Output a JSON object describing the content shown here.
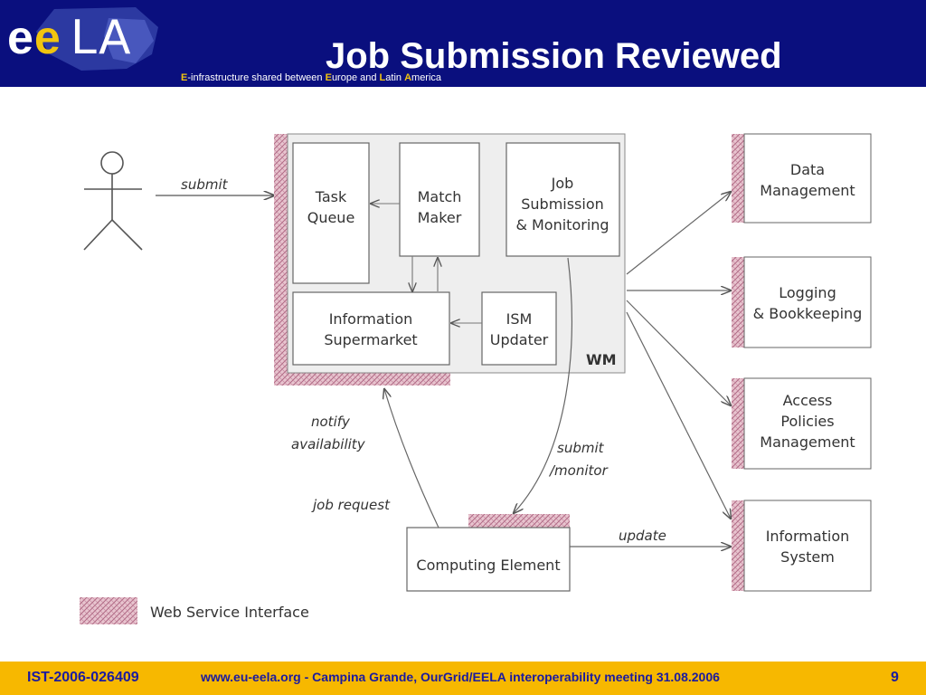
{
  "header": {
    "logo": "ee LA",
    "title": "Job Submission Reviewed",
    "subtitle_parts": [
      "E",
      "-infrastructure shared between ",
      "E",
      "urope and ",
      "L",
      "atin ",
      "A",
      "merica"
    ]
  },
  "diagram": {
    "actor_label": "",
    "edge_labels": {
      "submit": "submit",
      "notify": "notify",
      "availability": "availability",
      "job_request": "job request",
      "submit_monitor_1": "submit",
      "submit_monitor_2": "/monitor",
      "update": "update"
    },
    "wm_label": "WM",
    "wm_boxes": {
      "task_queue": [
        "Task",
        "Queue"
      ],
      "match_maker": [
        "Match",
        "Maker"
      ],
      "job_submission": [
        "Job",
        "Submission",
        "& Monitoring"
      ],
      "info_supermarket": [
        "Information",
        "Supermarket"
      ],
      "ism_updater": [
        "ISM",
        "Updater"
      ]
    },
    "services": [
      [
        "Data",
        "Management"
      ],
      [
        "Logging",
        "& Bookkeeping"
      ],
      [
        "Access",
        "Policies",
        "Management"
      ],
      [
        "Information",
        "System"
      ]
    ],
    "computing_element": "Computing Element",
    "legend": "Web Service Interface"
  },
  "footer": {
    "project_id": "IST-2006-026409",
    "event": "www.eu-eela.org  -  Campina Grande, OurGrid/EELA interoperability meeting 31.08.2006",
    "page": "9"
  }
}
